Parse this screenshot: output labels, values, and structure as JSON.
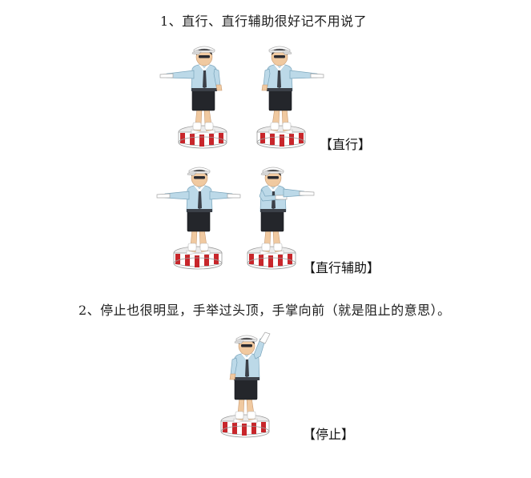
{
  "document": {
    "sections": [
      {
        "id": "section-1",
        "heading": "1、直行、直行辅助很好记不用说了",
        "figures": [
          {
            "row": 1,
            "caption": "【直行】",
            "poses": [
              "left-arm-extended-forward",
              "right-arm-extended-forward"
            ]
          },
          {
            "row": 2,
            "caption": "【直行辅助】",
            "poses": [
              "both-arms-extended-horizontal",
              "left-arm-bent-right-arm-extended"
            ]
          }
        ]
      },
      {
        "id": "section-2",
        "heading": "2、停止也很明显，手举过头顶，手掌向前（就是阻止的意思）。",
        "figures": [
          {
            "row": 3,
            "caption": "【停止】",
            "poses": [
              "left-arm-raised-above-head-palm-forward"
            ]
          }
        ]
      }
    ],
    "captions": {
      "straight": "【直行】",
      "straight_assist": "【直行辅助】",
      "stop": "【停止】"
    },
    "colors": {
      "background": "#ffffff",
      "text": "#1c1c1c",
      "cap": "#ffffff",
      "shirt": "#bcd9e8",
      "shirt_shadow": "#9ec4d8",
      "tie": "#3b4048",
      "skirt": "#24262b",
      "skin": "#f0c9a0",
      "hair": "#1d1d21",
      "socks": "#ffffff",
      "podium_red": "#c8262b",
      "podium_white": "#ffffff",
      "podium_top": "#ececec",
      "outline": "#6b6b6b"
    }
  }
}
